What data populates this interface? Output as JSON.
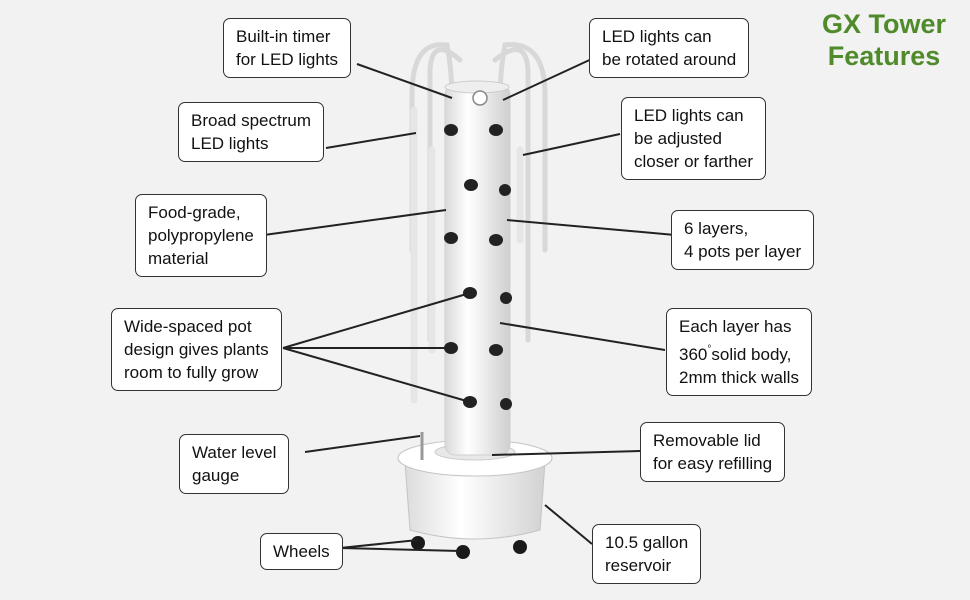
{
  "title": {
    "line1": "GX Tower",
    "line2": "Features",
    "color": "#4f8a2b"
  },
  "callouts": {
    "timer": [
      "Built-in timer",
      "for LED lights"
    ],
    "rotated": [
      "LED lights can",
      "be rotated around"
    ],
    "spectrum": [
      "Broad spectrum",
      "LED lights"
    ],
    "adjusted": [
      "LED lights can",
      "be adjusted",
      "closer or farther"
    ],
    "material": [
      "Food-grade,",
      "polypropylene",
      "material"
    ],
    "layers": [
      "6 layers,",
      "4 pots per layer"
    ],
    "pots": [
      "Wide-spaced pot",
      "design gives plants",
      "room to fully grow"
    ],
    "body": {
      "line1": "Each layer has",
      "line2_num": "360",
      "line2_deg": "°",
      "line2_rest": "solid body,",
      "line3": "2mm thick walls"
    },
    "water": [
      "Water level",
      "gauge"
    ],
    "lid": [
      "Removable lid",
      "for easy refilling"
    ],
    "wheels": [
      "Wheels"
    ],
    "reservoir": [
      "10.5 gallon",
      "reservoir"
    ]
  },
  "colors": {
    "outline": "#333333",
    "leader": "#222222",
    "tower": "#f7f7f7",
    "background": "#f2f2f2"
  }
}
